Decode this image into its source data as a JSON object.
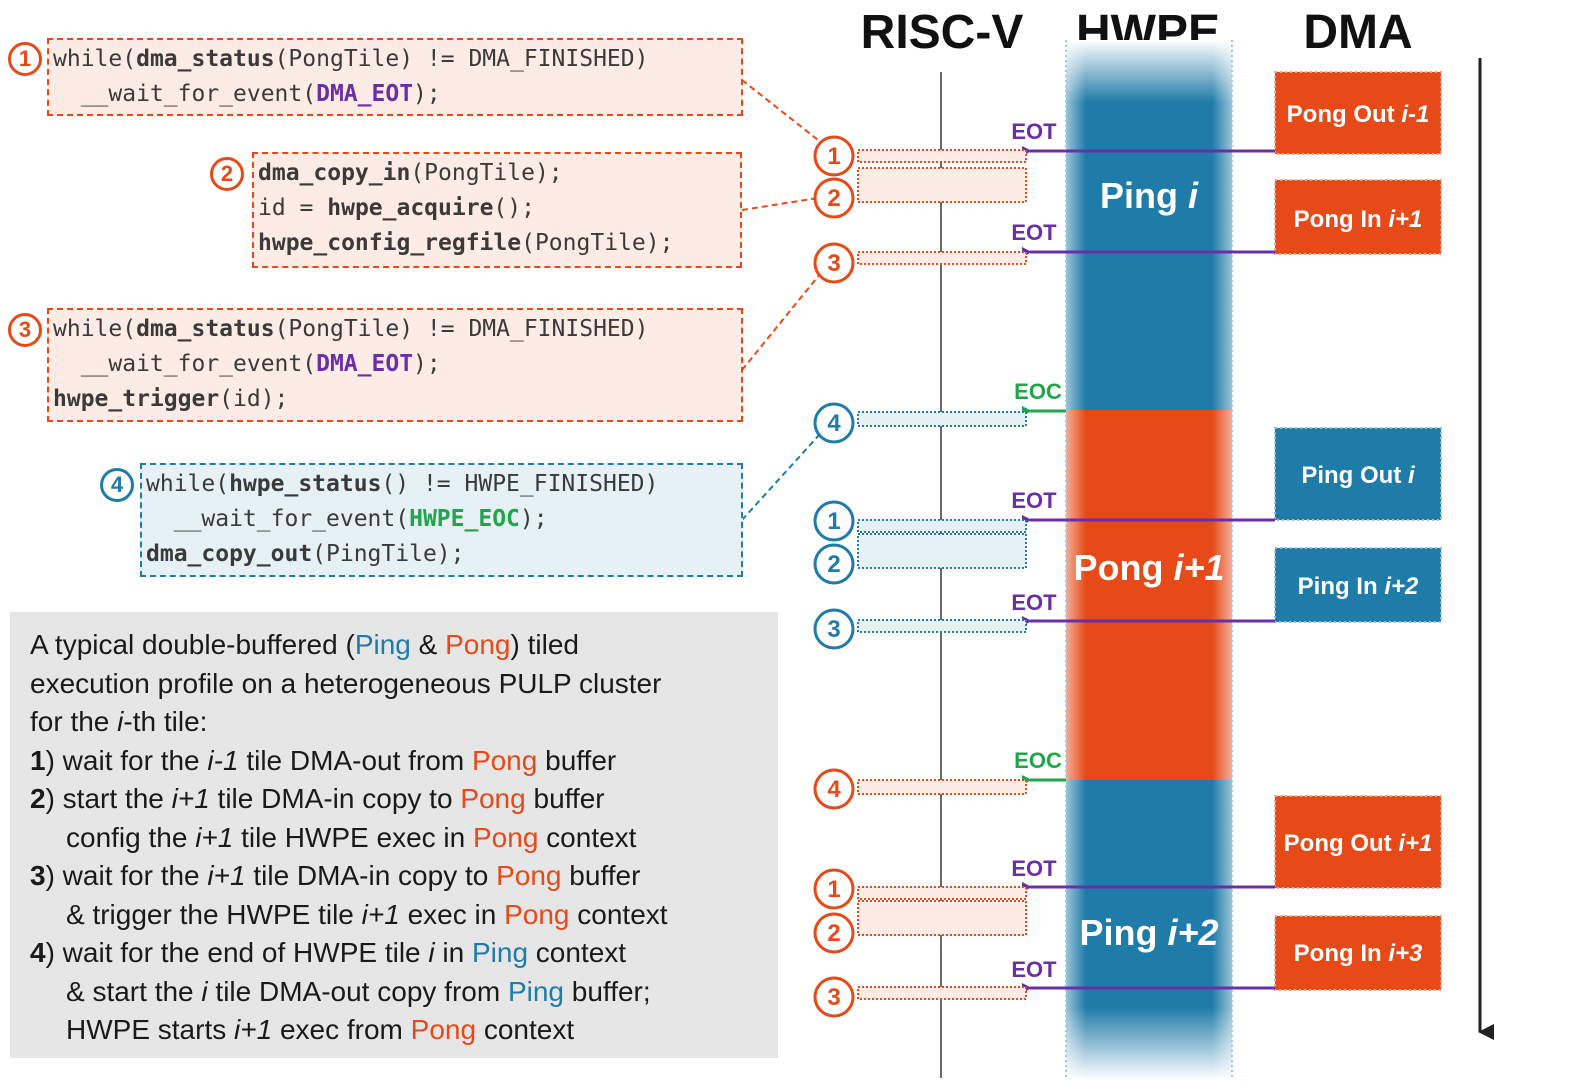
{
  "columns": {
    "riscv": "RISC-V",
    "hwpe": "HWPE",
    "dma": "DMA"
  },
  "code_blocks": [
    {
      "number": "1",
      "lines": [
        [
          "while(",
          {
            "t": "dma_status",
            "s": "b"
          },
          "(PongTile) != DMA_FINISHED)"
        ],
        [
          "  __wait_for_event(",
          {
            "t": "DMA_EOT",
            "s": "purple"
          },
          ");"
        ]
      ]
    },
    {
      "number": "2",
      "lines": [
        [
          {
            "t": "dma_copy_in",
            "s": "b"
          },
          "(PongTile);"
        ],
        [
          "id = ",
          {
            "t": "hwpe_acquire",
            "s": "b"
          },
          "();"
        ],
        [
          {
            "t": "hwpe_config_regfile",
            "s": "b"
          },
          "(PongTile);"
        ]
      ]
    },
    {
      "number": "3",
      "lines": [
        [
          "while(",
          {
            "t": "dma_status",
            "s": "b"
          },
          "(PongTile) != DMA_FINISHED)"
        ],
        [
          "  __wait_for_event(",
          {
            "t": "DMA_EOT",
            "s": "purple"
          },
          ");"
        ],
        [
          {
            "t": "hwpe_trigger",
            "s": "b"
          },
          "(id);"
        ]
      ]
    },
    {
      "number": "4",
      "lines": [
        [
          "while(",
          {
            "t": "hwpe_status",
            "s": "b"
          },
          "() != HWPE_FINISHED)"
        ],
        [
          "  __wait_for_event(",
          {
            "t": "HWPE_EOC",
            "s": "green"
          },
          ");"
        ],
        [
          {
            "t": "dma_copy_out",
            "s": "b"
          },
          "(PingTile);"
        ]
      ]
    }
  ],
  "hwpe_segments": [
    {
      "label": "Ping",
      "index": "i",
      "buffer": "ping"
    },
    {
      "label": "Pong",
      "index": "i+1",
      "buffer": "pong"
    },
    {
      "label": "Ping",
      "index": "i+2",
      "buffer": "ping"
    }
  ],
  "dma_boxes": [
    {
      "label": "Pong Out",
      "index": "i-1",
      "buffer": "pong"
    },
    {
      "label": "Pong In",
      "index": "i+1",
      "buffer": "pong"
    },
    {
      "label": "Ping Out",
      "index": "i",
      "buffer": "ping"
    },
    {
      "label": "Ping In",
      "index": "i+2",
      "buffer": "ping"
    },
    {
      "label": "Pong Out",
      "index": "i+1",
      "buffer": "pong"
    },
    {
      "label": "Pong In",
      "index": "i+3",
      "buffer": "pong"
    }
  ],
  "events": [
    "EOT",
    "EOT",
    "EOC",
    "EOT",
    "EOT",
    "EOC",
    "EOT",
    "EOT"
  ],
  "timeline_markers": [
    {
      "number": "1",
      "buffer": "pong"
    },
    {
      "number": "2",
      "buffer": "pong"
    },
    {
      "number": "3",
      "buffer": "pong"
    },
    {
      "number": "4",
      "buffer": "ping"
    },
    {
      "number": "1",
      "buffer": "ping"
    },
    {
      "number": "2",
      "buffer": "ping"
    },
    {
      "number": "3",
      "buffer": "ping"
    },
    {
      "number": "4",
      "buffer": "pong"
    },
    {
      "number": "1",
      "buffer": "pong"
    },
    {
      "number": "2",
      "buffer": "pong"
    },
    {
      "number": "3",
      "buffer": "pong"
    }
  ],
  "description": {
    "intro_lines": [
      [
        {
          "t": "A typical double-buffered ("
        },
        {
          "t": "Ping",
          "c": "ping"
        },
        {
          "t": " & "
        },
        {
          "t": "Pong",
          "c": "pong"
        },
        {
          "t": ") tiled"
        }
      ],
      [
        {
          "t": "execution profile on a heterogeneous PULP cluster"
        }
      ],
      [
        {
          "t": "for the "
        },
        {
          "t": "i",
          "i": true
        },
        {
          "t": "-th tile:"
        }
      ]
    ],
    "steps": [
      {
        "number": "1",
        "lines": [
          [
            {
              "t": ") wait for the "
            },
            {
              "t": "i-1",
              "i": true
            },
            {
              "t": " tile DMA-out from "
            },
            {
              "t": "Pong",
              "c": "pong"
            },
            {
              "t": " buffer"
            }
          ]
        ]
      },
      {
        "number": "2",
        "lines": [
          [
            {
              "t": ") start the "
            },
            {
              "t": "i+1",
              "i": true
            },
            {
              "t": " tile DMA-in copy to "
            },
            {
              "t": "Pong",
              "c": "pong"
            },
            {
              "t": " buffer"
            }
          ],
          [
            {
              "t": "config the "
            },
            {
              "t": "i+1",
              "i": true
            },
            {
              "t": " tile HWPE exec in "
            },
            {
              "t": "Pong",
              "c": "pong"
            },
            {
              "t": " context"
            }
          ]
        ]
      },
      {
        "number": "3",
        "lines": [
          [
            {
              "t": ") wait for the "
            },
            {
              "t": "i+1",
              "i": true
            },
            {
              "t": " tile DMA-in copy to "
            },
            {
              "t": "Pong",
              "c": "pong"
            },
            {
              "t": " buffer"
            }
          ],
          [
            {
              "t": "& trigger the HWPE tile "
            },
            {
              "t": "i+1",
              "i": true
            },
            {
              "t": " exec in "
            },
            {
              "t": "Pong",
              "c": "pong"
            },
            {
              "t": " context"
            }
          ]
        ]
      },
      {
        "number": "4",
        "lines": [
          [
            {
              "t": ") wait for the end of HWPE tile "
            },
            {
              "t": "i",
              "i": true
            },
            {
              "t": " in "
            },
            {
              "t": "Ping",
              "c": "ping"
            },
            {
              "t": " context"
            }
          ],
          [
            {
              "t": "& start the "
            },
            {
              "t": "i",
              "i": true
            },
            {
              "t": " tile DMA-out copy from "
            },
            {
              "t": "Ping",
              "c": "ping"
            },
            {
              "t": " buffer;"
            }
          ],
          [
            {
              "t": "HWPE starts "
            },
            {
              "t": "i+1",
              "i": true
            },
            {
              "t": " exec from "
            },
            {
              "t": "Pong",
              "c": "pong"
            },
            {
              "t": " context"
            }
          ]
        ]
      }
    ]
  },
  "colors": {
    "ping": "#1f7ba8",
    "pong": "#e64a19",
    "eot_arrow": "#6a2fa8",
    "eoc_arrow": "#1fa64a",
    "box_fill_pong": "#fdece5",
    "box_fill_ping": "#e6f1f6"
  }
}
